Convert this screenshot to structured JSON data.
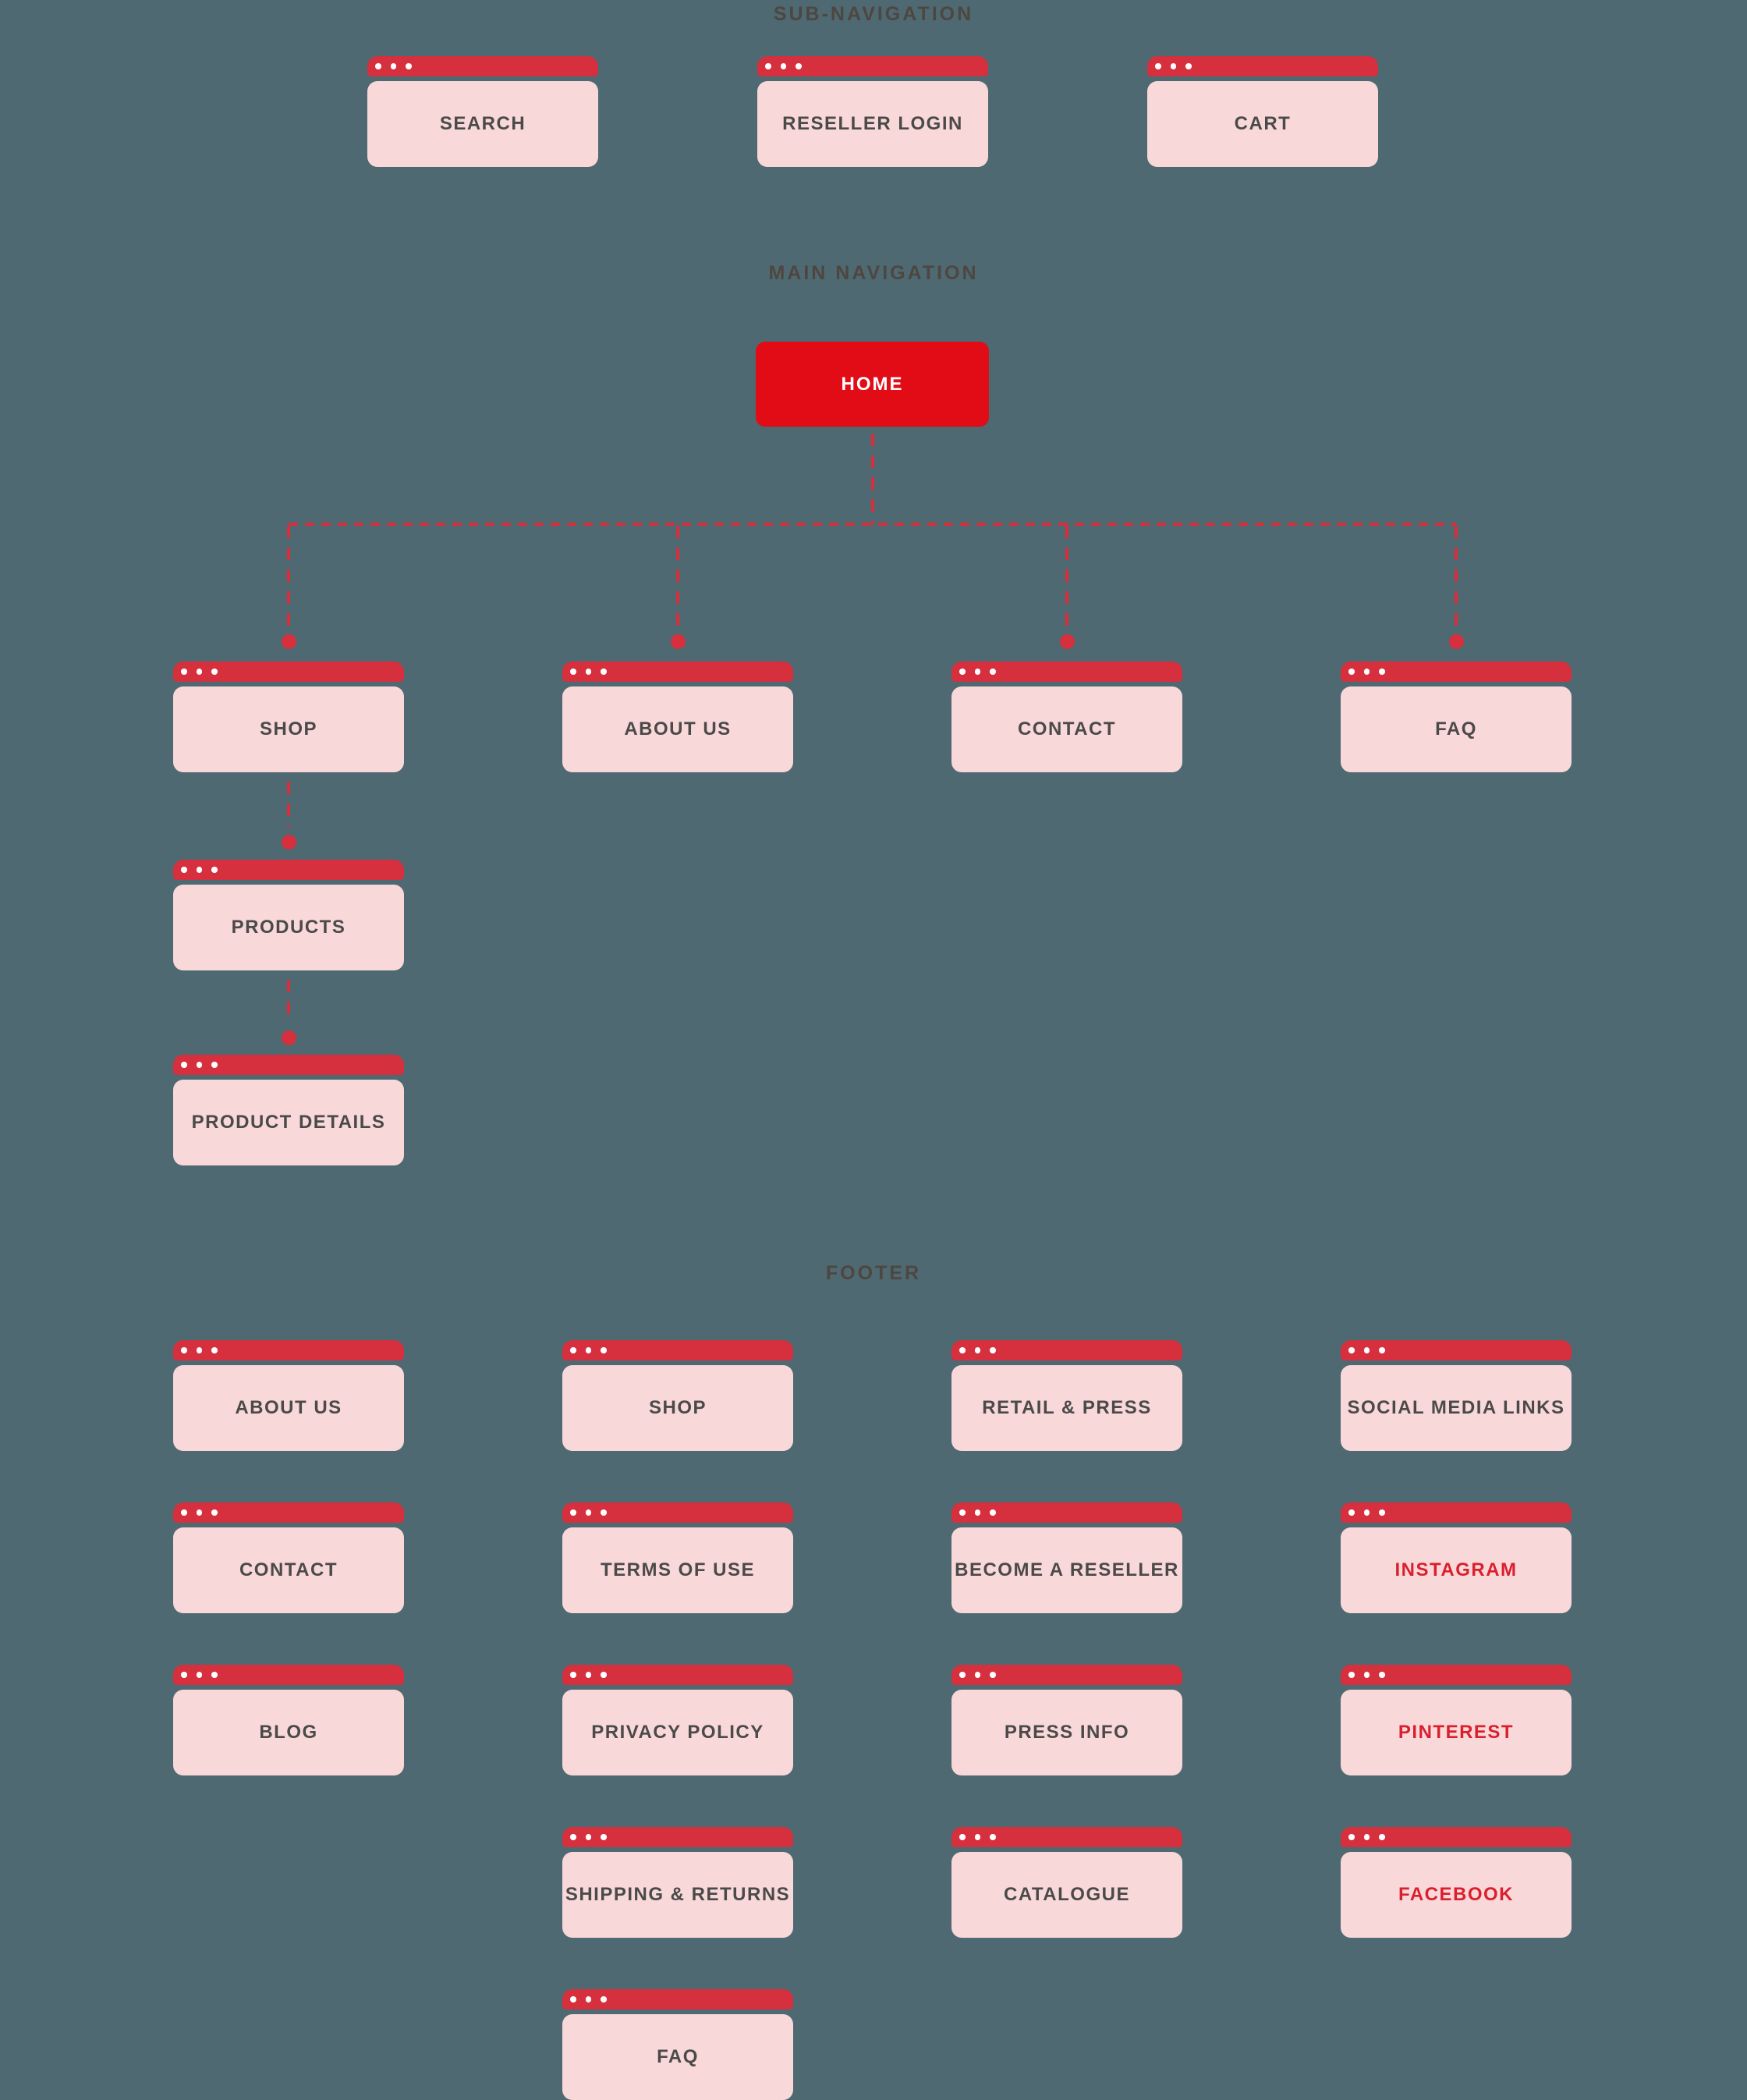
{
  "colors": {
    "background": "#4e6971",
    "card_title_bar": "#d62f3d",
    "card_body": "#f9d8da",
    "home_button": "#e20c17",
    "connector": "#d62f3d",
    "label_text": "#4a4a48",
    "accent_text": "#da1f2d",
    "heading_text": "#4e4640"
  },
  "subnav": {
    "title": "SUB-NAVIGATION",
    "cards": [
      {
        "label": "SEARCH"
      },
      {
        "label": "RESELLER LOGIN"
      },
      {
        "label": "CART"
      }
    ]
  },
  "mainnav": {
    "title": "MAIN NAVIGATION",
    "home_label": "HOME",
    "children": [
      {
        "label": "SHOP",
        "children": [
          {
            "label": "PRODUCTS",
            "children": [
              {
                "label": "PRODUCT DETAILS"
              }
            ]
          }
        ]
      },
      {
        "label": "ABOUT US"
      },
      {
        "label": "CONTACT"
      },
      {
        "label": "FAQ"
      }
    ]
  },
  "footer": {
    "title": "FOOTER",
    "columns": [
      {
        "cards": [
          {
            "label": "ABOUT US"
          },
          {
            "label": "CONTACT"
          },
          {
            "label": "BLOG"
          }
        ]
      },
      {
        "cards": [
          {
            "label": "SHOP"
          },
          {
            "label": "TERMS OF USE"
          },
          {
            "label": "PRIVACY POLICY"
          },
          {
            "label": "SHIPPING & RETURNS"
          },
          {
            "label": "FAQ"
          }
        ]
      },
      {
        "cards": [
          {
            "label": "RETAIL & PRESS"
          },
          {
            "label": "BECOME A RESELLER"
          },
          {
            "label": "PRESS INFO"
          },
          {
            "label": "CATALOGUE"
          }
        ]
      },
      {
        "cards": [
          {
            "label": "SOCIAL MEDIA LINKS"
          },
          {
            "label": "INSTAGRAM",
            "accent": true
          },
          {
            "label": "PINTEREST",
            "accent": true
          },
          {
            "label": "FACEBOOK",
            "accent": true
          }
        ]
      }
    ]
  }
}
